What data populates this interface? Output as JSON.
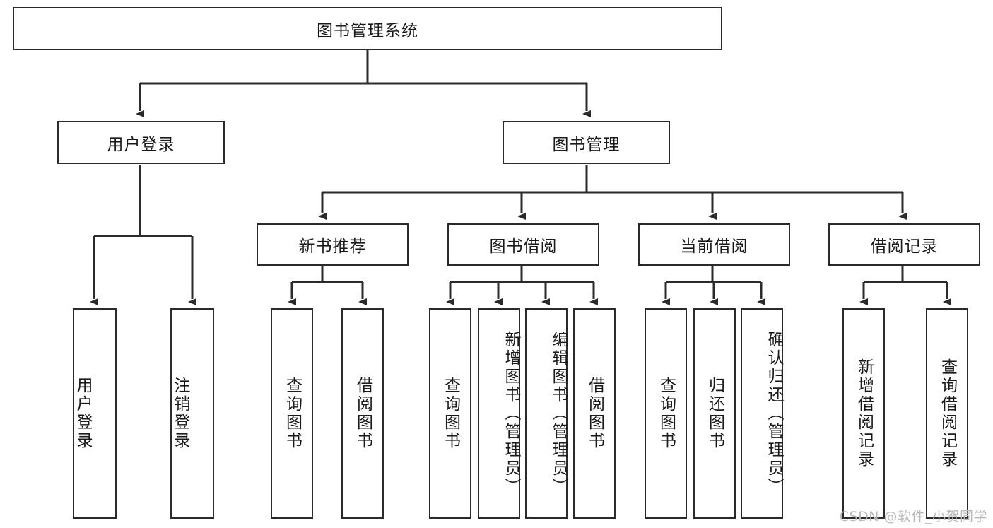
{
  "diagram": {
    "title": "图书管理系统",
    "watermark": "CSDN @软件_小贺同学",
    "colors": {
      "box_border": "#2b2b2b",
      "connector": "#2b2b2b",
      "background": "#ffffff",
      "text": "#1a1a1a",
      "watermark": "#b9b9b9"
    },
    "nodes": {
      "root": {
        "label": "图书管理系统",
        "level": 1,
        "orientation": "horizontal"
      },
      "l2": [
        {
          "id": "user-login",
          "label": "用户登录",
          "level": 2,
          "orientation": "horizontal"
        },
        {
          "id": "book-management",
          "label": "图书管理",
          "level": 2,
          "orientation": "horizontal"
        }
      ],
      "l3": [
        {
          "id": "new-book-recommend",
          "label": "新书推荐",
          "level": 3,
          "orientation": "horizontal"
        },
        {
          "id": "book-borrow",
          "label": "图书借阅",
          "level": 3,
          "orientation": "horizontal"
        },
        {
          "id": "current-borrow",
          "label": "当前借阅",
          "level": 3,
          "orientation": "horizontal"
        },
        {
          "id": "borrow-record",
          "label": "借阅记录",
          "level": 3,
          "orientation": "horizontal"
        }
      ],
      "leaves": [
        {
          "id": "leaf-user-login",
          "label": "用户登录",
          "parent": "user-login",
          "orientation": "vertical"
        },
        {
          "id": "leaf-logout",
          "label": "注销登录",
          "parent": "user-login",
          "orientation": "vertical"
        },
        {
          "id": "leaf-query-book-1",
          "label": "查询图书",
          "parent": "new-book-recommend",
          "orientation": "vertical"
        },
        {
          "id": "leaf-borrow-book-1",
          "label": "借阅图书",
          "parent": "new-book-recommend",
          "orientation": "vertical"
        },
        {
          "id": "leaf-query-book-2",
          "label": "查询图书",
          "parent": "book-borrow",
          "orientation": "vertical"
        },
        {
          "id": "leaf-add-book",
          "label": "新增图书（管理员）",
          "parent": "book-borrow",
          "orientation": "vertical"
        },
        {
          "id": "leaf-edit-book",
          "label": "编辑图书（管理员）",
          "parent": "book-borrow",
          "orientation": "vertical"
        },
        {
          "id": "leaf-borrow-book-2",
          "label": "借阅图书",
          "parent": "book-borrow",
          "orientation": "vertical"
        },
        {
          "id": "leaf-query-book-3",
          "label": "查询图书",
          "parent": "current-borrow",
          "orientation": "vertical"
        },
        {
          "id": "leaf-return-book",
          "label": "归还图书",
          "parent": "current-borrow",
          "orientation": "vertical"
        },
        {
          "id": "leaf-confirm-return",
          "label": "确认归还（管理员）",
          "parent": "current-borrow",
          "orientation": "vertical"
        },
        {
          "id": "leaf-add-record",
          "label": "新增借阅记录",
          "parent": "borrow-record",
          "orientation": "vertical"
        },
        {
          "id": "leaf-query-record",
          "label": "查询借阅记录",
          "parent": "borrow-record",
          "orientation": "vertical"
        }
      ]
    }
  }
}
